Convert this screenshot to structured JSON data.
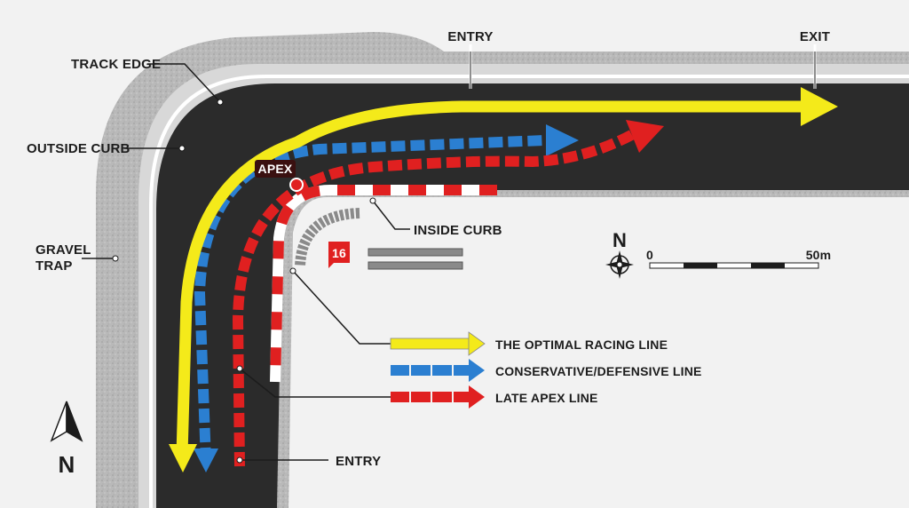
{
  "labels": {
    "track_edge": "TRACK EDGE",
    "outside_curb": "OUTSIDE CURB",
    "gravel_trap_line1": "GRAVEL",
    "gravel_trap_line2": "TRAP",
    "entry_top": "ENTRY",
    "exit": "EXIT",
    "apex": "APEX",
    "inside_curb": "INSIDE CURB",
    "entry_bottom": "ENTRY",
    "turn_number": "16"
  },
  "compass": {
    "north_label": "N",
    "north_arrow_label": "N"
  },
  "scale_bar": {
    "start_label": "0",
    "end_label": "50m"
  },
  "legend": [
    {
      "label": "THE OPTIMAL RACING LINE",
      "color": "#f4ea1a",
      "style": "solid"
    },
    {
      "label": "CONSERVATIVE/DEFENSIVE LINE",
      "color": "#2b7fd1",
      "style": "dashed"
    },
    {
      "label": "LATE APEX LINE",
      "color": "#e02020",
      "style": "dashed"
    }
  ],
  "colors": {
    "asphalt": "#2b2b2b",
    "gravel": "#b9b9b9",
    "optimal": "#f4ea1a",
    "defensive": "#2b7fd1",
    "late_apex": "#e02020",
    "curb_red": "#e02020"
  }
}
